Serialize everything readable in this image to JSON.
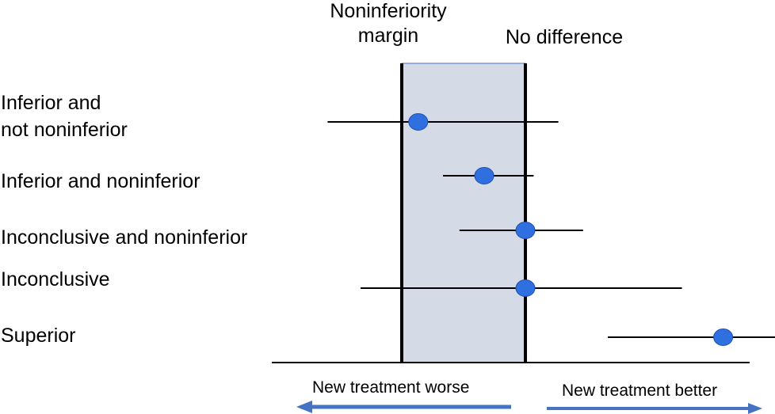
{
  "headers": {
    "margin_line1": "Noninferiority",
    "margin_line2": "margin",
    "no_difference": "No difference"
  },
  "rows": [
    {
      "label_lines": [
        "Inferior and",
        "not noninferior"
      ],
      "estimate": -1.3,
      "ci": [
        -2.4,
        0.4
      ]
    },
    {
      "label_lines": [
        "Inferior and noninferior"
      ],
      "estimate": -0.5,
      "ci": [
        -1.0,
        0.1
      ]
    },
    {
      "label_lines": [
        "Inconclusive and noninferior"
      ],
      "estimate": 0.0,
      "ci": [
        -0.8,
        0.7
      ]
    },
    {
      "label_lines": [
        "Inconclusive"
      ],
      "estimate": 0.0,
      "ci": [
        -2.0,
        1.9
      ]
    },
    {
      "label_lines": [
        "Superior"
      ],
      "estimate": 2.4,
      "ci": [
        1.0,
        3.6
      ]
    }
  ],
  "reference_lines": {
    "noninferiority_margin": -1.5,
    "no_difference": 0
  },
  "direction_labels": {
    "worse": "New treatment worse",
    "better": "New treatment better"
  },
  "colors": {
    "point": "#2f6fe0",
    "margin_region": "#d5dbe6",
    "arrow": "#4473c4",
    "line": "#000000"
  }
}
